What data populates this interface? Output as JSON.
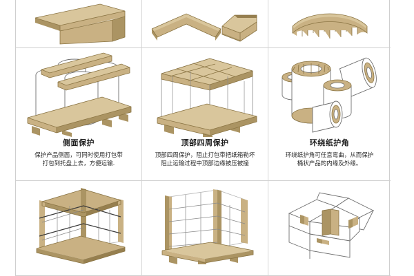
{
  "page": {
    "title": "纸护角产品应用展示",
    "kraft_color": "#c9b183",
    "kraft_dark_color": "#ab9463",
    "line_color": "#6e6e6e",
    "divider_color": "#cfcfcf"
  },
  "grid": {
    "columns": 3,
    "rows": 3,
    "cells": [
      {
        "id": "r1c1",
        "icon": "straight-edge-board-icon",
        "title": "",
        "desc": ""
      },
      {
        "id": "r1c2",
        "icon": "angled-corner-profile-icon",
        "title": "",
        "desc": ""
      },
      {
        "id": "r1c3",
        "icon": "curved-notched-protector-icon",
        "title": "",
        "desc": ""
      },
      {
        "id": "r2c1",
        "icon": "drums-on-pallet-icon",
        "title": "侧面保护",
        "desc": "保护产品侧面，可同时使用打包带\n打包到托盘上去，方便运输."
      },
      {
        "id": "r2c2",
        "icon": "boxed-pallet-top-frame-icon",
        "title": "顶部四周保护",
        "desc": "顶部四周保护，阻止打包带把纸箱勒坏\n阻止运输过程中顶部边缘被压被撞"
      },
      {
        "id": "r2c3",
        "icon": "wrapped-paper-rings-icon",
        "title": "环绕纸护角",
        "desc": "环绕纸护角可任意弯曲，从而保护\n桶状产品的内缘及外缘。"
      },
      {
        "id": "r3c1",
        "icon": "strapped-pallet-corner-icon",
        "title": "",
        "desc": ""
      },
      {
        "id": "r3c2",
        "icon": "vertical-corner-posts-icon",
        "title": "",
        "desc": ""
      },
      {
        "id": "r3c3",
        "icon": "open-carton-inner-corner-icon",
        "title": "",
        "desc": ""
      }
    ]
  }
}
